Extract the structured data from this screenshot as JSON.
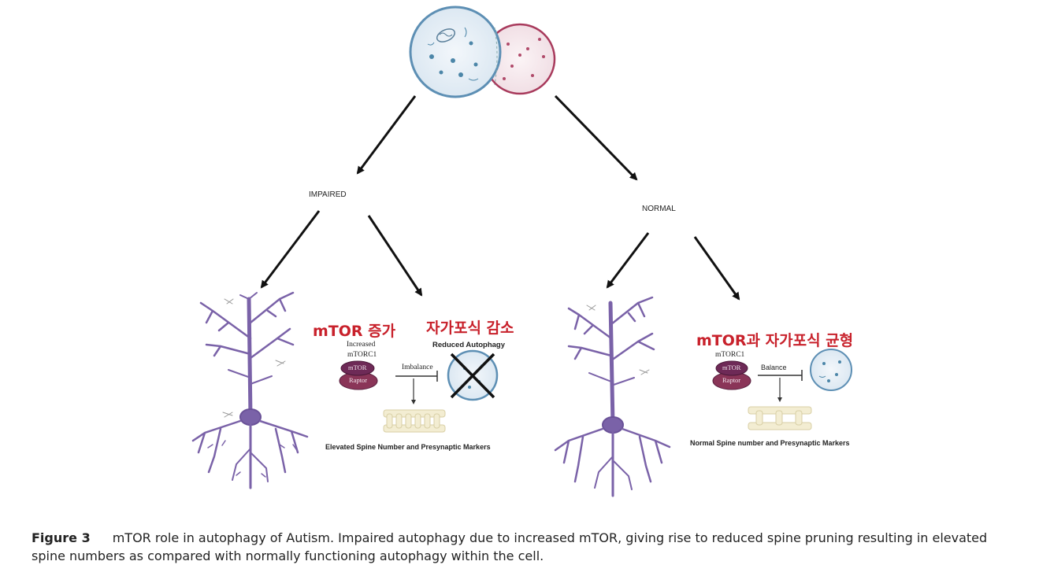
{
  "branches": {
    "impaired_label": "IMPAIRED",
    "normal_label": "NORMAL"
  },
  "impaired": {
    "korean_title_1": "mTOR 증가",
    "korean_title_2": "자가포식 감소",
    "increased_label": "Increased",
    "mtorc1_label": "mTORC1",
    "mtor_label": "mTOR",
    "raptor_label": "Raptor",
    "imbalance_label": "Imbalance",
    "reduced_autophagy_label": "Reduced Autophagy",
    "spine_caption": "Elevated Spine Number and Presynaptic Markers"
  },
  "normal": {
    "korean_title": "mTOR과 자가포식 균형",
    "mtorc1_label": "mTORC1",
    "mtor_label": "mTOR",
    "raptor_label": "Raptor",
    "balance_label": "Balance",
    "spine_caption": "Normal Spine number and Presynaptic Markers"
  },
  "caption": {
    "figure_label": "Figure 3",
    "text": "mTOR role in autophagy of Autism. Impaired autophagy due to increased mTOR, giving rise to reduced spine pruning resulting in elevated spine numbers as compared with normally functioning autophagy within the cell."
  },
  "colors": {
    "neuron": "#7a62a8",
    "title_red": "#c8212b",
    "mtor_fill": "#6e2a57",
    "raptor_fill": "#8a3558",
    "autophagosome_stroke": "#5d8fb4",
    "lysosome_stroke": "#a83a5c",
    "spine_fill": "#f3edd2"
  }
}
